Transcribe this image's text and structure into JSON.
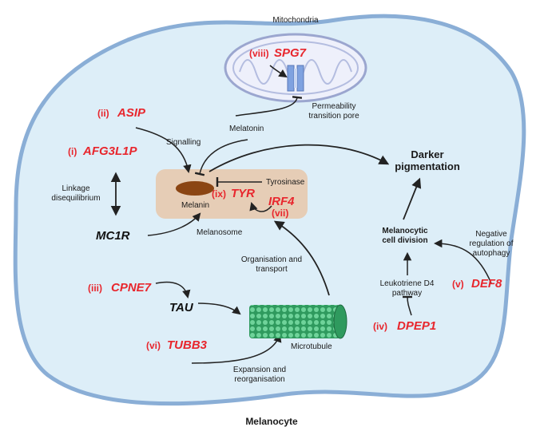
{
  "cell_label": "Melanocyte",
  "mitochondria": {
    "title": "Mitochondria",
    "gene": "SPG7",
    "gene_num": "(viii)"
  },
  "pore_label": [
    "Permeability",
    "transition pore"
  ],
  "melatonin_label": "Melatonin",
  "signalling_label": "Signalling",
  "melanosome": {
    "label": "Melanosome",
    "melanin_label": "Melanin",
    "tyrosinase_label": "Tyrosinase"
  },
  "linkage_label": [
    "Linkage",
    "disequilibrium"
  ],
  "mc1r": "MC1R",
  "tau": "TAU",
  "darker_pigmentation": [
    "Darker",
    "pigmentation"
  ],
  "melanocytic_division": [
    "Melanocytic",
    "cell division"
  ],
  "autophagy_label": [
    "Negative",
    "regulation of",
    "autophagy"
  ],
  "leukotriene_label": [
    "Leukotriene D4",
    "pathway"
  ],
  "organisation_label": [
    "Organisation and",
    "transport"
  ],
  "microtubule_label": "Microtubule",
  "expansion_label": [
    "Expansion and",
    "reorganisation"
  ],
  "genes": [
    {
      "num": "(ii)",
      "name": "ASIP"
    },
    {
      "num": "(i)",
      "name": "AFG3L1P"
    },
    {
      "num": "(ix)",
      "name": "TYR"
    },
    {
      "num": "(vii)",
      "name": "IRF4"
    },
    {
      "num": "(iii)",
      "name": "CPNE7"
    },
    {
      "num": "(vi)",
      "name": "TUBB3"
    },
    {
      "num": "(v)",
      "name": "DEF8"
    },
    {
      "num": "(iv)",
      "name": "DPEP1"
    }
  ],
  "colors": {
    "gene_red": "#e8262d",
    "cell_fill": "#ddeef8",
    "cell_border": "#8aaed6",
    "melanosome_fill": "#e6cdb6",
    "melanin_fill": "#8b4513",
    "microtubule": "#3aa86b"
  }
}
